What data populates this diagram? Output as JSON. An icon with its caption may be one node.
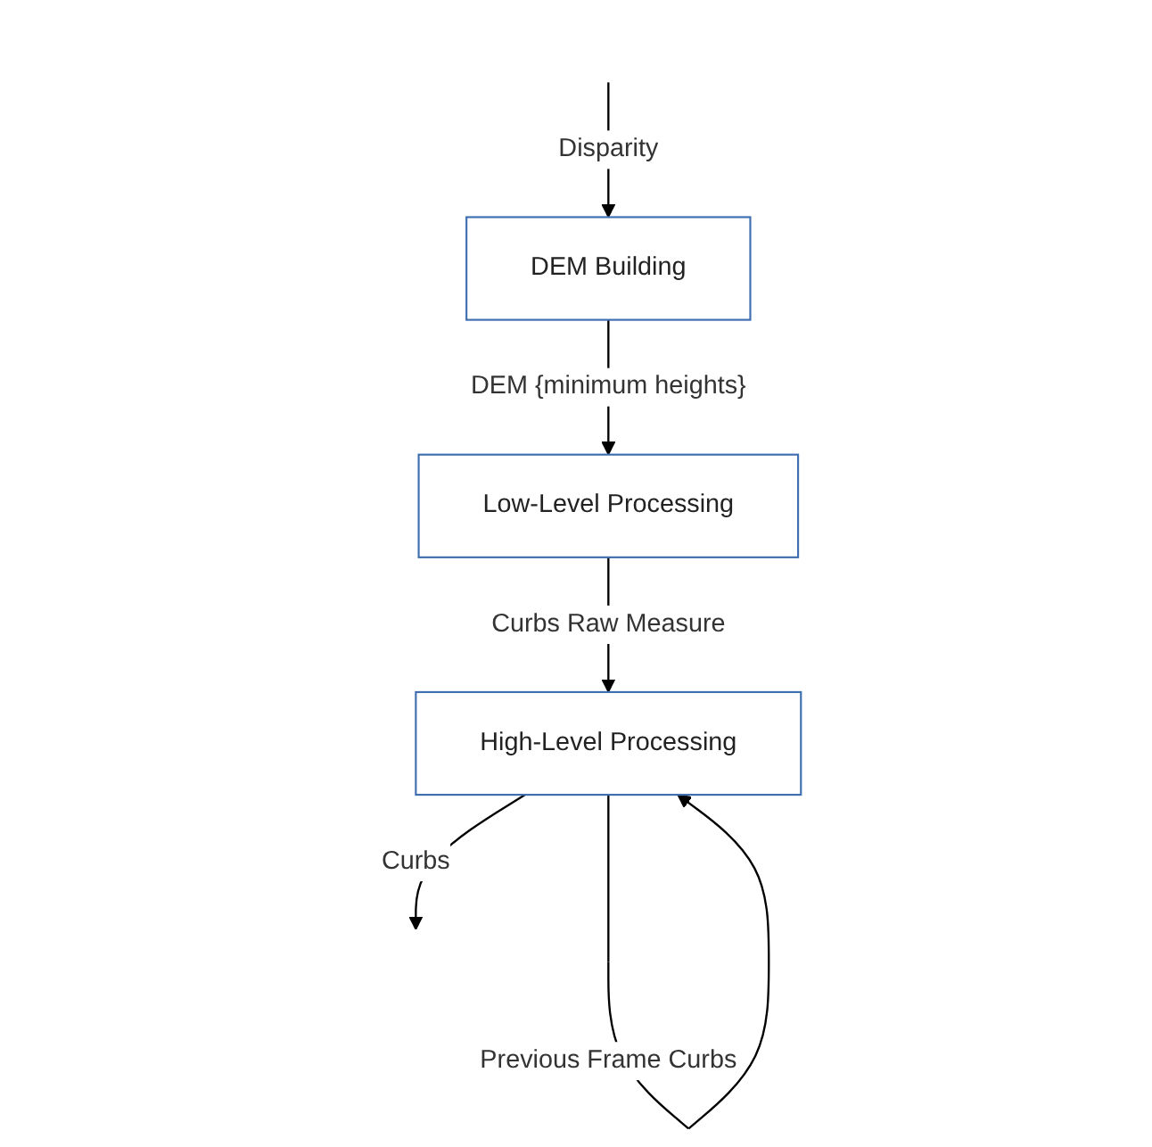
{
  "diagram": {
    "nodes": [
      {
        "text": [
          "DEM Building"
        ]
      },
      {
        "text": [
          "Low-Level Processing"
        ]
      },
      {
        "text": [
          "High-Level Processing"
        ]
      }
    ],
    "edges": [
      {
        "from": null,
        "to": 0,
        "arrow": "to",
        "label": "Disparity"
      },
      {
        "from": 0,
        "to": 1,
        "arrow": "to",
        "label": "DEM {minimum heights}"
      },
      {
        "from": 1,
        "to": 2,
        "arrow": "to",
        "label": "Curbs Raw Measure"
      },
      {
        "from": 2,
        "to": 2,
        "arrow": "to",
        "label": "Previous Frame Curbs"
      },
      {
        "from": 2,
        "to": null,
        "arrow": "to",
        "label": "Curbs"
      }
    ]
  }
}
